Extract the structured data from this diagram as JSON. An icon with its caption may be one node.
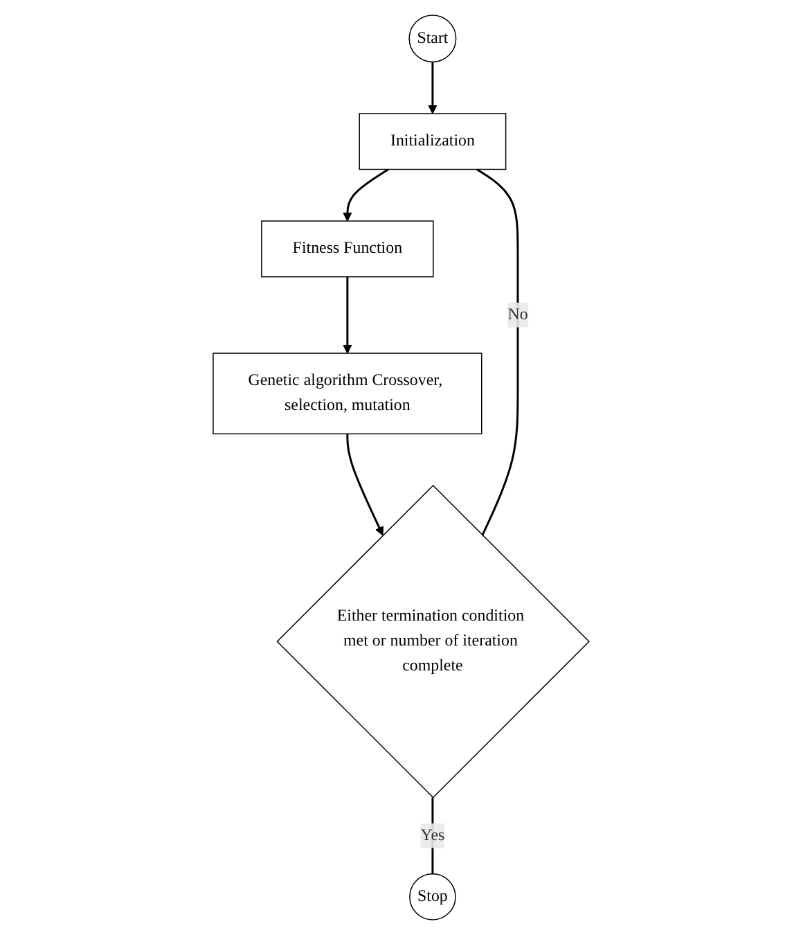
{
  "diagram": {
    "nodes": [
      {
        "text": [
          "Start"
        ]
      },
      {
        "text": [
          "Initialization"
        ]
      },
      {
        "text": [
          "Fitness Function"
        ]
      },
      {
        "text": [
          "Genetic algorithm Crossover, selection, mutation"
        ]
      },
      {
        "text": [
          "Either termination condition met or number of iteration complete"
        ]
      },
      {
        "text": [
          "Stop"
        ]
      }
    ],
    "edges": [
      {
        "from": 0,
        "to": 1,
        "arrow": "to"
      },
      {
        "from": 1,
        "to": 2,
        "arrow": "to"
      },
      {
        "from": 2,
        "to": 3,
        "arrow": "to"
      },
      {
        "from": 3,
        "to": 4,
        "arrow": "to"
      },
      {
        "from": 4,
        "to": 5,
        "label": "Yes",
        "arrow": "none"
      },
      {
        "from": 4,
        "to": 1,
        "label": "No",
        "arrow": "none"
      }
    ]
  }
}
